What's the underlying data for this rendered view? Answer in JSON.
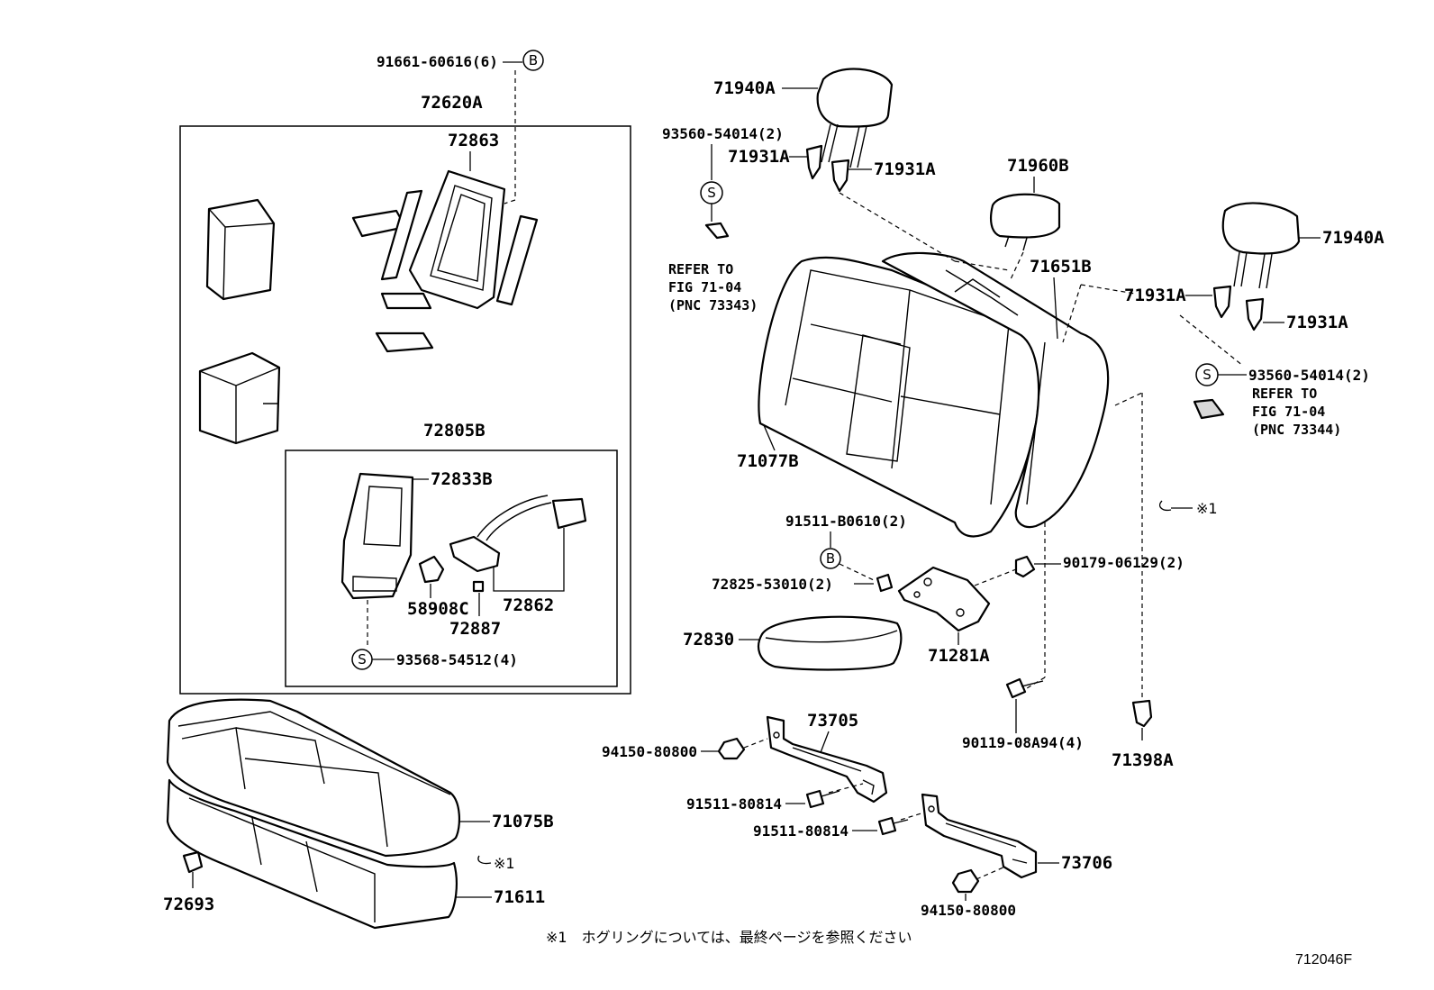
{
  "diagram": {
    "figure_id": "712046F",
    "footnote": "※1　ホグリングについては、最終ページを参照ください",
    "marker_b": "B",
    "marker_s": "S",
    "labels": {
      "p91661": "91661-60616(6)",
      "p72620A": "72620A",
      "p72863": "72863",
      "p72805B": "72805B",
      "p72833B": "72833B",
      "p58908C": "58908C",
      "p72887": "72887",
      "p72862": "72862",
      "p93568": "93568-54512(4)",
      "p71075B": "71075B",
      "p72693": "72693",
      "p71611": "71611",
      "p71940A_left": "71940A",
      "p93560_left": "93560-54014(2)",
      "p71931A_1": "71931A",
      "p71931A_2": "71931A",
      "p71960B": "71960B",
      "p71651B": "71651B",
      "p71940A_right": "71940A",
      "p71931A_3": "71931A",
      "p71931A_4": "71931A",
      "p93560_right": "93560-54014(2)",
      "p71077B": "71077B",
      "p91511_b": "91511-B0610(2)",
      "p90179": "90179-06129(2)",
      "p72825": "72825-53010(2)",
      "p72830": "72830",
      "p71281A": "71281A",
      "p73705": "73705",
      "p94150_1": "94150-80800",
      "p91511_1": "91511-80814",
      "p91511_2": "91511-80814",
      "p73706": "73706",
      "p94150_2": "94150-80800",
      "p90119": "90119-08A94(4)",
      "p71398A": "71398A"
    },
    "refer_left": {
      "line1": "REFER TO",
      "line2": "FIG 71-04",
      "line3": "(PNC 73343)"
    },
    "refer_right": {
      "line1": "REFER TO",
      "line2": "FIG 71-04",
      "line3": "(PNC 73344)"
    },
    "hog_ring_mark_1": "※1",
    "hog_ring_mark_2": "※1"
  }
}
